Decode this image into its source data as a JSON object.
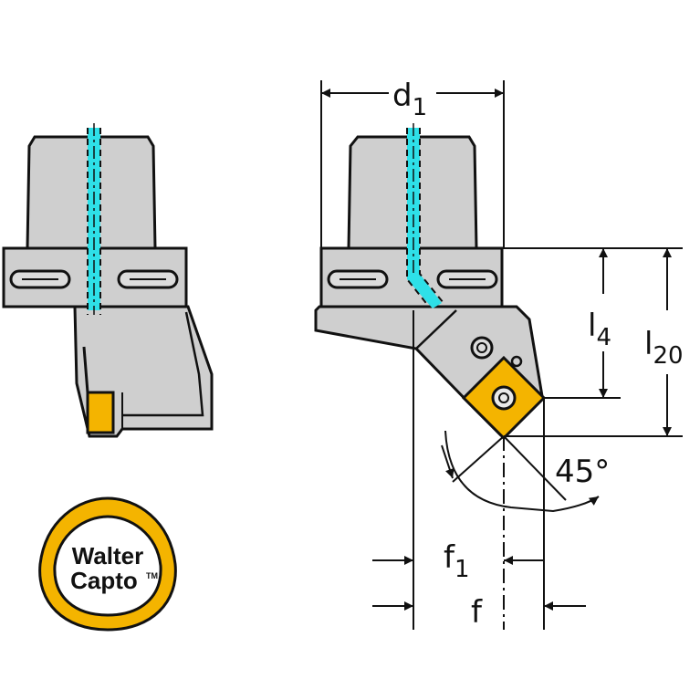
{
  "labels": {
    "d1_main": "d",
    "d1_sub": "1",
    "l4_main": "l",
    "l4_sub": "4",
    "l20_main": "l",
    "l20_sub": "20",
    "angle": "45°",
    "f1_main": "f",
    "f1_sub": "1",
    "f": "f"
  },
  "logo": {
    "line1": "Walter",
    "line2": "Capto",
    "tm": "TM"
  },
  "colors": {
    "body_gray": "#cfcfcf",
    "outline": "#111111",
    "coolant": "#2ee0e8",
    "insert": "#f4b400",
    "logo_ring": "#f4b400"
  }
}
